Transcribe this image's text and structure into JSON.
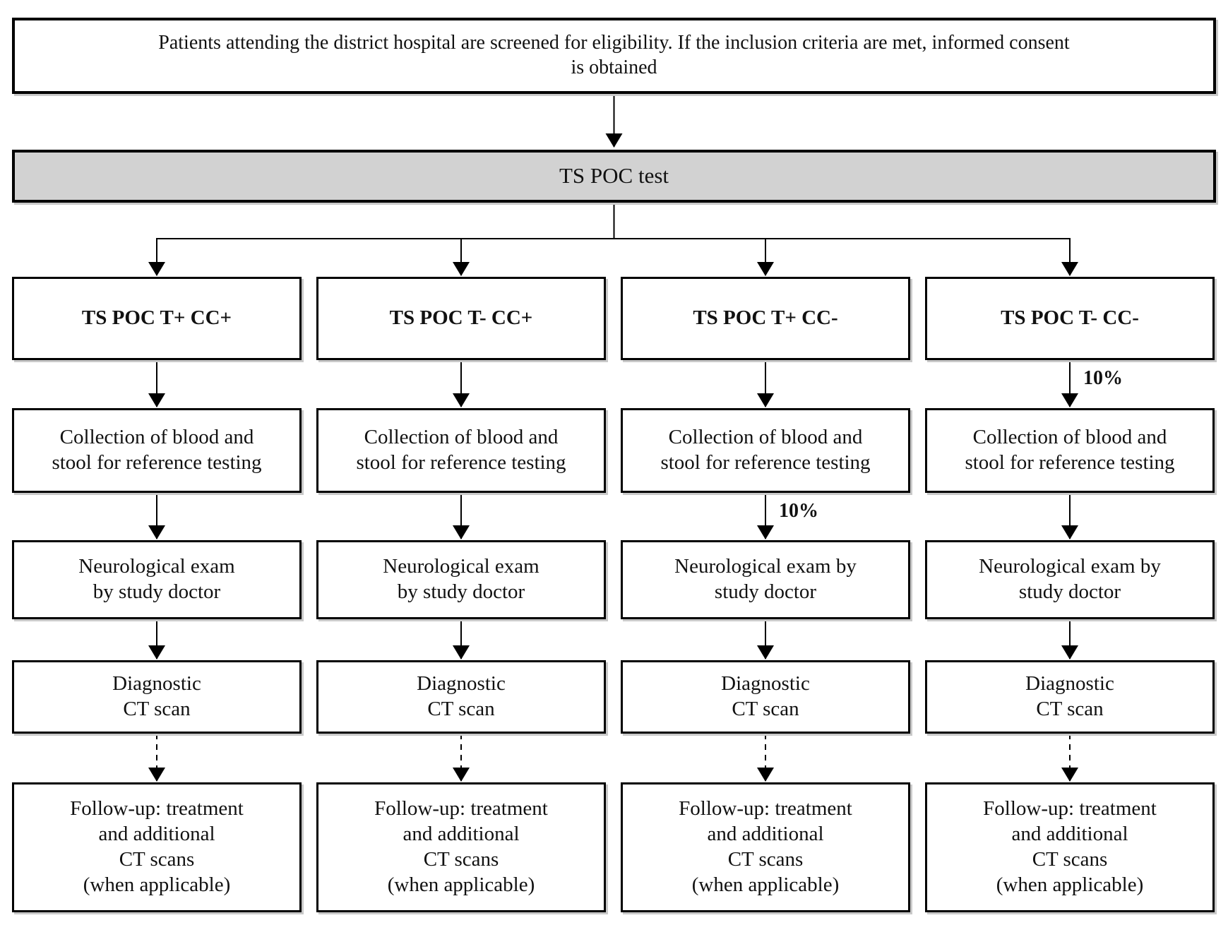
{
  "palette": {
    "background": "#ffffff",
    "box_border": "#000000",
    "test_box_fill": "#d2d2d2",
    "text_color": "#111111"
  },
  "flow": {
    "screening_text": "Patients attending the district hospital are screened for eligibility. If the inclusion criteria are met, informed consent\nis obtained",
    "test_label": "TS POC test",
    "columns": [
      {
        "header": "TS POC T+ CC+",
        "collection": "Collection of blood and\nstool for reference testing",
        "neuro_exam": "Neurological exam\nby study doctor",
        "ct_scan": "Diagnostic\nCT scan",
        "follow_up": "Follow-up: treatment\nand additional\nCT scans\n(when applicable)"
      },
      {
        "header": "TS POC T- CC+",
        "collection": "Collection of blood and\nstool for reference testing",
        "neuro_exam": "Neurological exam\nby study doctor",
        "ct_scan": "Diagnostic\nCT scan",
        "follow_up": "Follow-up: treatment\nand additional\nCT scans\n(when applicable)"
      },
      {
        "header": "TS POC T+ CC-",
        "collection": "Collection of blood and\nstool for reference testing",
        "label_collection_to_neuro": "10%",
        "neuro_exam": "Neurological exam by\nstudy doctor",
        "ct_scan": "Diagnostic\nCT scan",
        "follow_up": "Follow-up: treatment\nand additional\nCT scans\n(when applicable)"
      },
      {
        "header": "TS POC T- CC-",
        "label_header_to_collection": "10%",
        "collection": "Collection of blood and\nstool for reference testing",
        "neuro_exam": "Neurological exam by\nstudy doctor",
        "ct_scan": "Diagnostic\nCT scan",
        "follow_up": "Follow-up: treatment\nand additional\nCT scans\n(when applicable)"
      }
    ]
  }
}
